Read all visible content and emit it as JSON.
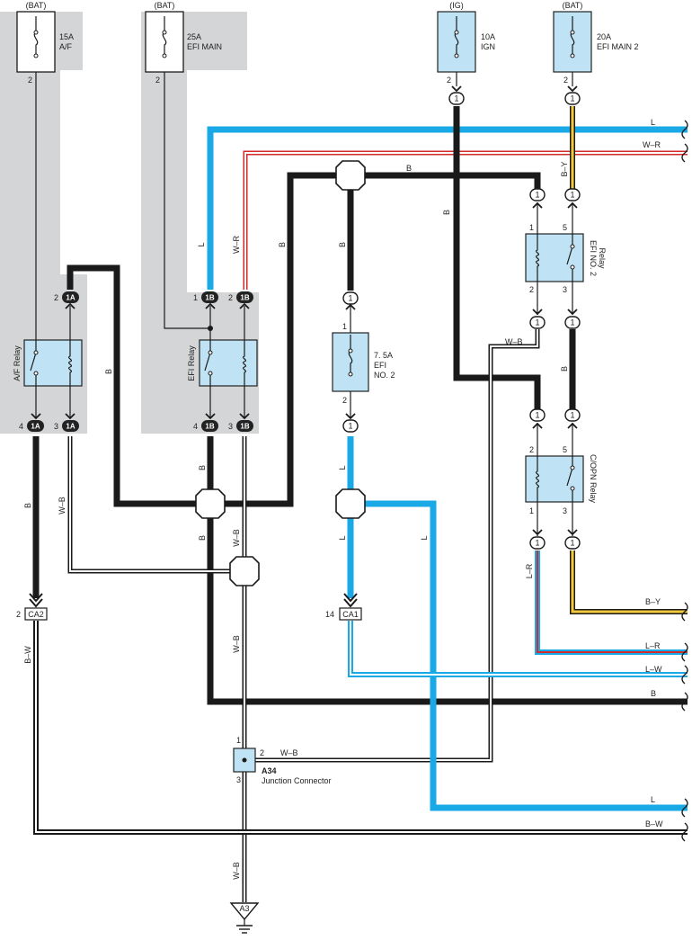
{
  "fuses": [
    {
      "supply": "(BAT)",
      "amp": "15A",
      "name": "A/F",
      "pin": "2"
    },
    {
      "supply": "(BAT)",
      "amp": "25A",
      "name": "EFI MAIN",
      "pin": "2"
    },
    {
      "supply": "(IG)",
      "amp": "10A",
      "name": "IGN",
      "pin": "2"
    },
    {
      "supply": "(BAT)",
      "amp": "20A",
      "name": "EFI MAIN 2",
      "pin": "2"
    }
  ],
  "efi2_fuse": {
    "amp": "7. 5A",
    "name1": "EFI",
    "name2": "NO. 2",
    "pin_top": "1",
    "pin_bottom": "2"
  },
  "relays": {
    "af": "A/F Relay",
    "efi": "EFI Relay",
    "efi2": "EFI NO. 2",
    "efi2_sub": "Relay",
    "copn": "C/OPN Relay"
  },
  "connectors": {
    "c1A": "1A",
    "c1B": "1B",
    "c1": "1",
    "ca1": "CA1",
    "ca2": "CA2",
    "a3": "A3"
  },
  "pins": {
    "p1": "1",
    "p2": "2",
    "p3": "3",
    "p4": "4",
    "p5": "5",
    "p14": "14"
  },
  "junction": {
    "id": "A34",
    "label": "Junction Connector"
  },
  "wires": {
    "L": "L",
    "WR": "W–R",
    "B": "B",
    "BY": "B–Y",
    "WB": "W–B",
    "LR": "L–R",
    "LW": "L–W",
    "BW": "B–W"
  },
  "colors": {
    "black": "#1a1a1a",
    "blue": "#19a9e6",
    "red": "#d22b2b",
    "yellow": "#f3c93b",
    "component": "#bfe3f4",
    "shade": "#d4d5d7"
  }
}
